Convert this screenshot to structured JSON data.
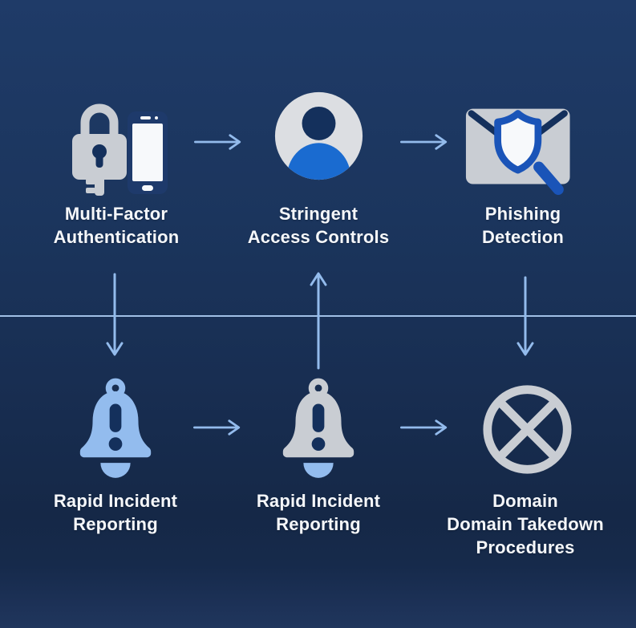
{
  "diagram": {
    "type": "security-flowchart",
    "nodes_top": [
      {
        "icon": "mfa-lock-phone-icon",
        "label_line1": "Multi-Factor",
        "label_line2": "Authentication"
      },
      {
        "icon": "user-avatar-icon",
        "label_line1": "Stringent",
        "label_line2": "Access Controls"
      },
      {
        "icon": "phishing-mail-shield-magnifier-icon",
        "label_line1": "Phishing",
        "label_line2": "Detection"
      }
    ],
    "nodes_bottom": [
      {
        "icon": "alert-bell-blue-icon",
        "label_line1": "Rapid Incident",
        "label_line2": "Reporting"
      },
      {
        "icon": "alert-bell-gray-icon",
        "label_line1": "Rapid Incident",
        "label_line2": "Reporting"
      },
      {
        "icon": "crossed-circle-icon",
        "label_line1": "Domain",
        "label_line2": "Domain Takedown",
        "label_line3": "Procedures"
      }
    ],
    "connectors": [
      "arrow-right between top node 1 and 2",
      "arrow-right between top node 2 and 3",
      "horizontal divider line across middle",
      "arrow-down from top node 1 through divider",
      "arrow-up from bottom node 2 through divider",
      "arrow-down from top node 3 through divider",
      "arrow-right between bottom node 1 and 2",
      "arrow-right between bottom node 2 and 3"
    ]
  },
  "colors": {
    "background_top": "#1f3b68",
    "background_bottom": "#152847",
    "label_text": "#f5f7fa",
    "arrow_blue": "#93bbec",
    "flow_line": "#a9c8ee",
    "icon_gray": "#c9cdd3",
    "icon_light_gray": "#dcdee2",
    "icon_dark_navy": "#14305c",
    "icon_blue": "#1a6bd0",
    "shield_blue": "#1a54b8",
    "bell_light_blue": "#93bcee",
    "phone_navy": "#1e3a6b",
    "screen_white": "#f7f9fb"
  }
}
